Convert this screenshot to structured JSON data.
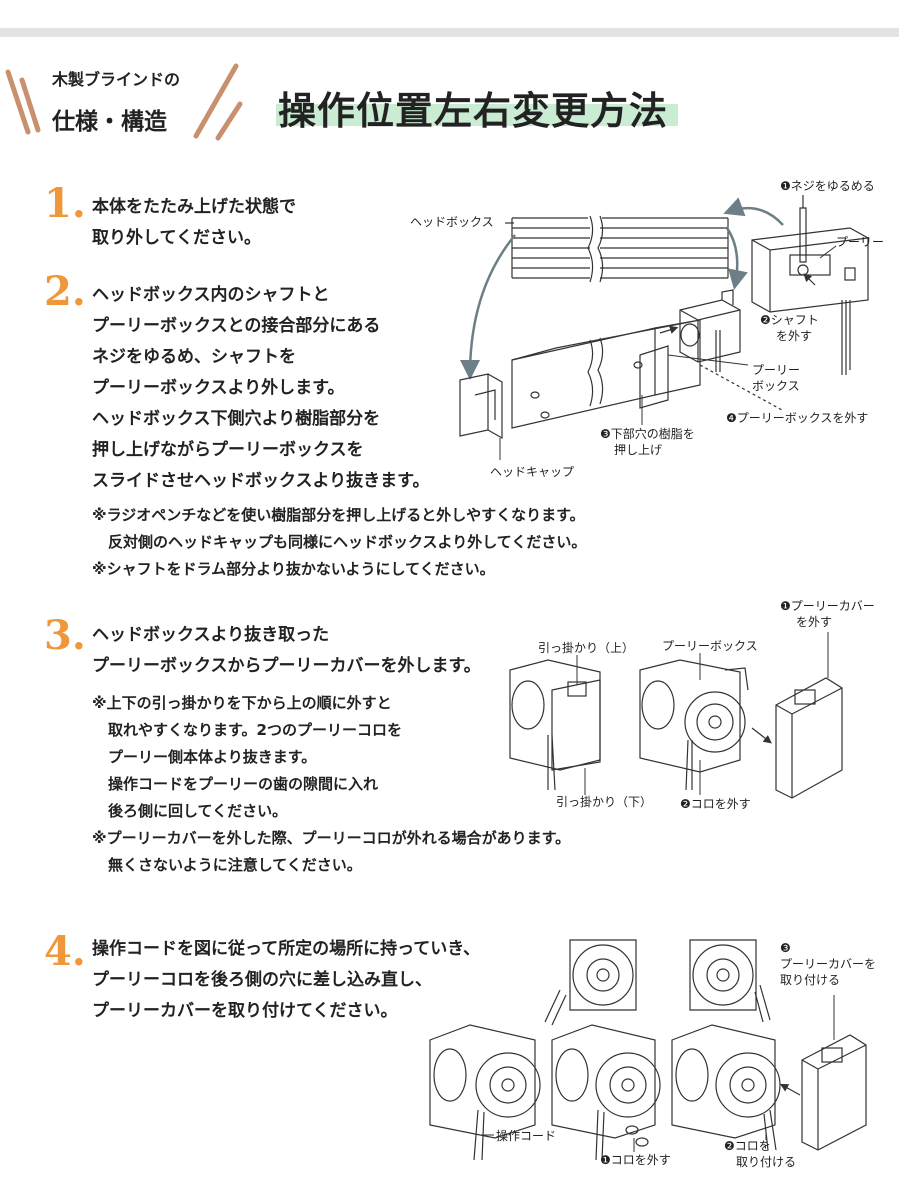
{
  "header": {
    "badge_line1": "木製ブラインドの",
    "badge_line2": "仕様・構造",
    "title": "操作位置左右変更方法"
  },
  "steps": [
    {
      "number": "1.",
      "lines": [
        "本体をたたみ上げた状態で",
        "取り外してください。"
      ]
    },
    {
      "number": "2.",
      "lines": [
        "ヘッドボックス内のシャフトと",
        "プーリーボックスとの接合部分にある",
        "ネジをゆるめ、シャフトを",
        "プーリーボックスより外します。",
        "ヘッドボックス下側穴より樹脂部分を",
        "押し上げながらプーリーボックスを",
        "スライドさせヘッドボックスより抜きます。"
      ]
    },
    {
      "number": "3.",
      "lines": [
        "ヘッドボックスより抜き取った",
        "プーリーボックスからプーリーカバーを外します。"
      ]
    },
    {
      "number": "4.",
      "lines": [
        "操作コードを図に従って所定の場所に持っていき、",
        "プーリーコロを後ろ側の穴に差し込み直し、",
        "プーリーカバーを取り付けてください。"
      ]
    }
  ],
  "notes2": [
    "※ラジオペンチなどを使い樹脂部分を押し上げると外しやすくなります。",
    "反対側のヘッドキャップも同様にヘッドボックスより外してください。",
    "※シャフトをドラム部分より抜かないようにしてください。"
  ],
  "notes3": [
    "※上下の引っ掛かりを下から上の順に外すと",
    "取れやすくなります。2つのプーリーコロを",
    "プーリー側本体より抜きます。",
    "操作コードをプーリーの歯の隙間に入れ",
    "後ろ側に回してください。",
    "※プーリーカバーを外した際、プーリーコロが外れる場合があります。",
    "無くさないように注意してください。"
  ],
  "fig2": {
    "head_box": "ヘッドボックス",
    "loosen_screw": "❶ネジをゆるめる",
    "pulley": "プーリー",
    "shaft_1": "❷シャフト",
    "shaft_2": "を外す",
    "pulley_box_1": "プーリー",
    "pulley_box_2": "ボックス",
    "remove_pulley_box": "❹プーリーボックスを外す",
    "push_resin_1": "❸下部穴の樹脂を",
    "push_resin_2": "押し上げ",
    "head_cap": "ヘッドキャップ"
  },
  "fig3": {
    "remove_cover_1": "❶プーリーカバー",
    "remove_cover_2": "を外す",
    "hook_top": "引っ掛かり（上）",
    "pulley_box": "プーリーボックス",
    "hook_bottom": "引っ掛かり（下）",
    "remove_roller": "❷コロを外す"
  },
  "fig4": {
    "attach_cover_num": "❸",
    "attach_cover_1": "プーリーカバーを",
    "attach_cover_2": "取り付ける",
    "cord": "操作コード",
    "remove_roller": "❶コロを外す",
    "attach_roller_1": "❷コロを",
    "attach_roller_2": "取り付ける"
  }
}
